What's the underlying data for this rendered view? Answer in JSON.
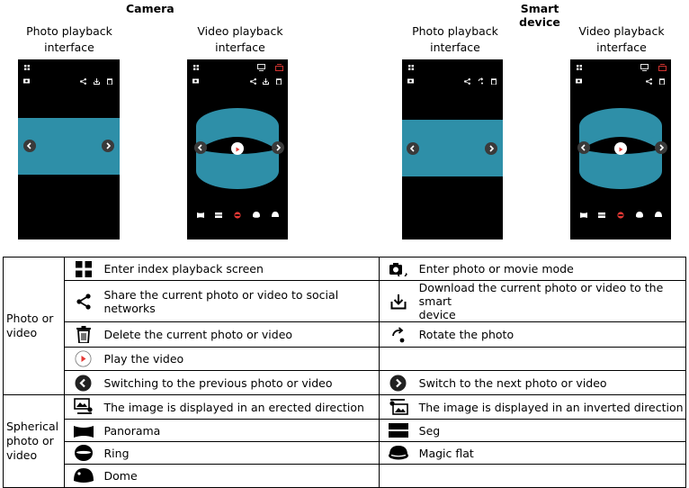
{
  "headings": {
    "camera": "Camera",
    "smart_device": "Smart device"
  },
  "captions": {
    "camera_photo": [
      "Photo playback",
      "interface"
    ],
    "camera_video": [
      "Video playback",
      "interface"
    ],
    "device_photo": [
      "Photo playback",
      "interface"
    ],
    "device_video": [
      "Video playback",
      "interface"
    ]
  },
  "colors": {
    "photo_blue": "#2e8fa8",
    "phone_black": "#000000",
    "accent_red": "#e53935"
  },
  "legend": {
    "sections": [
      {
        "label_lines": [
          "Photo or",
          "video"
        ],
        "rows": [
          {
            "left": {
              "icon": "grid-icon",
              "text": "Enter index playback screen"
            },
            "right": {
              "icon": "camera-mode-icon",
              "text": "Enter photo or movie mode"
            }
          },
          {
            "left": {
              "icon": "share-icon",
              "text": "Share the current photo or video to social networks"
            },
            "right": {
              "icon": "download-icon",
              "text_lines": [
                "Download the current photo or video to the smart",
                "device"
              ]
            }
          },
          {
            "left": {
              "icon": "trash-icon",
              "text": "Delete the current photo or video"
            },
            "right": {
              "icon": "rotate-icon",
              "text": "Rotate the photo"
            }
          },
          {
            "left": {
              "icon": "play-icon",
              "text": "Play the video"
            },
            "right": null
          },
          {
            "left": {
              "icon": "previous-icon",
              "text": "Switching to the previous photo or video"
            },
            "right": {
              "icon": "next-icon",
              "text": "Switch to the next photo or video"
            }
          }
        ]
      },
      {
        "label_lines": [
          "Spherical",
          "photo or",
          "video"
        ],
        "rows": [
          {
            "left": {
              "icon": "erected-direction-icon",
              "text": "The image is displayed in an erected direction"
            },
            "right": {
              "icon": "inverted-direction-icon",
              "text": "The image is displayed in an inverted direction"
            }
          },
          {
            "left": {
              "icon": "panorama-icon",
              "text": "Panorama"
            },
            "right": {
              "icon": "seg-icon",
              "text": "Seg"
            }
          },
          {
            "left": {
              "icon": "ring-icon",
              "text": "Ring"
            },
            "right": {
              "icon": "magic-flat-icon",
              "text": "Magic flat"
            }
          },
          {
            "left": {
              "icon": "dome-icon",
              "text": "Dome"
            },
            "right": null
          }
        ]
      }
    ]
  }
}
